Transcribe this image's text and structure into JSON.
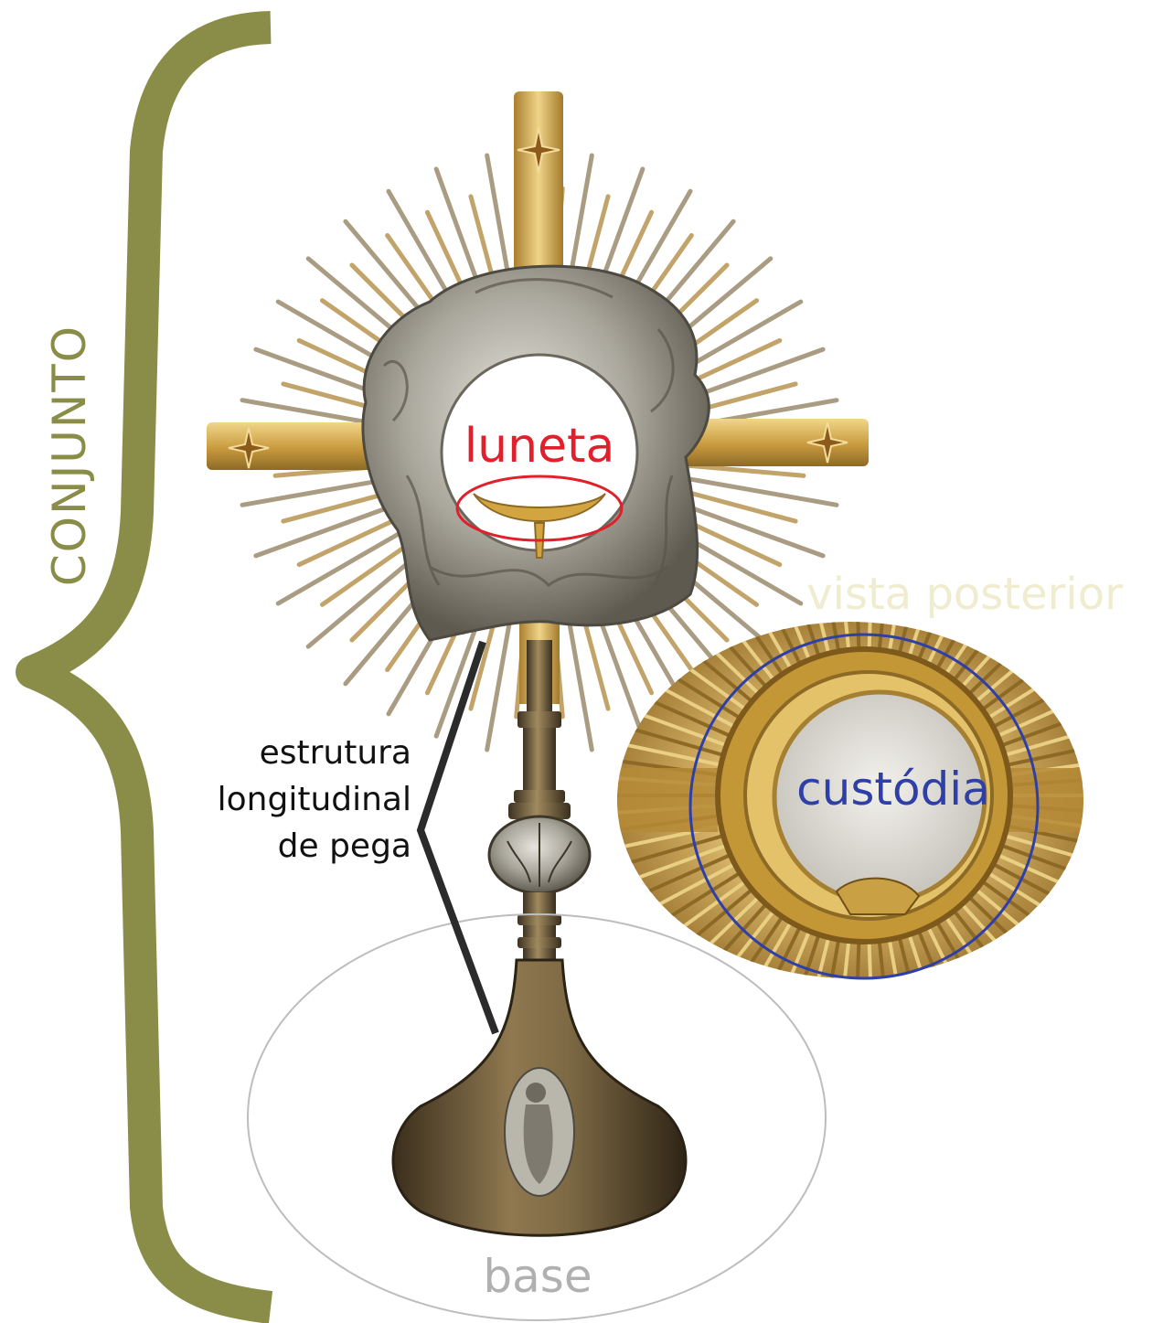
{
  "labels": {
    "conjunto": "CONJUNTO",
    "luneta": "luneta",
    "vista_posterior": "vista posterior",
    "custodia": "custódia",
    "estrutura_lines": [
      "estrutura",
      "longitudinal",
      "de pega"
    ],
    "base": "base"
  },
  "colors": {
    "conjunto": "#8a8d48",
    "luneta": "#e0202a",
    "vista_posterior": "#efeccf",
    "custodia": "#2f3fa8",
    "estrutura": "#222222",
    "base": "#b0b0b0",
    "silver": "#9c9a92",
    "gold": "#c9a24a",
    "bronze": "#6b5a3a"
  }
}
